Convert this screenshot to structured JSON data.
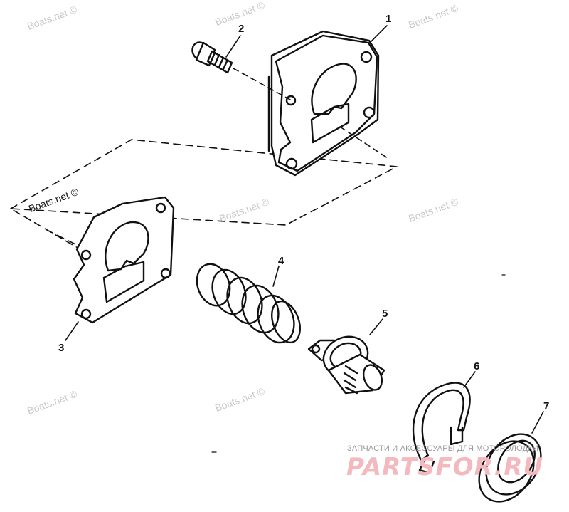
{
  "watermark": "Boats.net ©",
  "callouts": [
    "1",
    "2",
    "3",
    "4",
    "5",
    "6",
    "7"
  ],
  "diagram_label": "Boats.net ©",
  "footer": {
    "text": "ЗАПЧАСТИ И АКСЕССУАРЫ ДЛЯ МОТОРОЛОДКИ",
    "logo": "PARTSFOR.RU"
  }
}
